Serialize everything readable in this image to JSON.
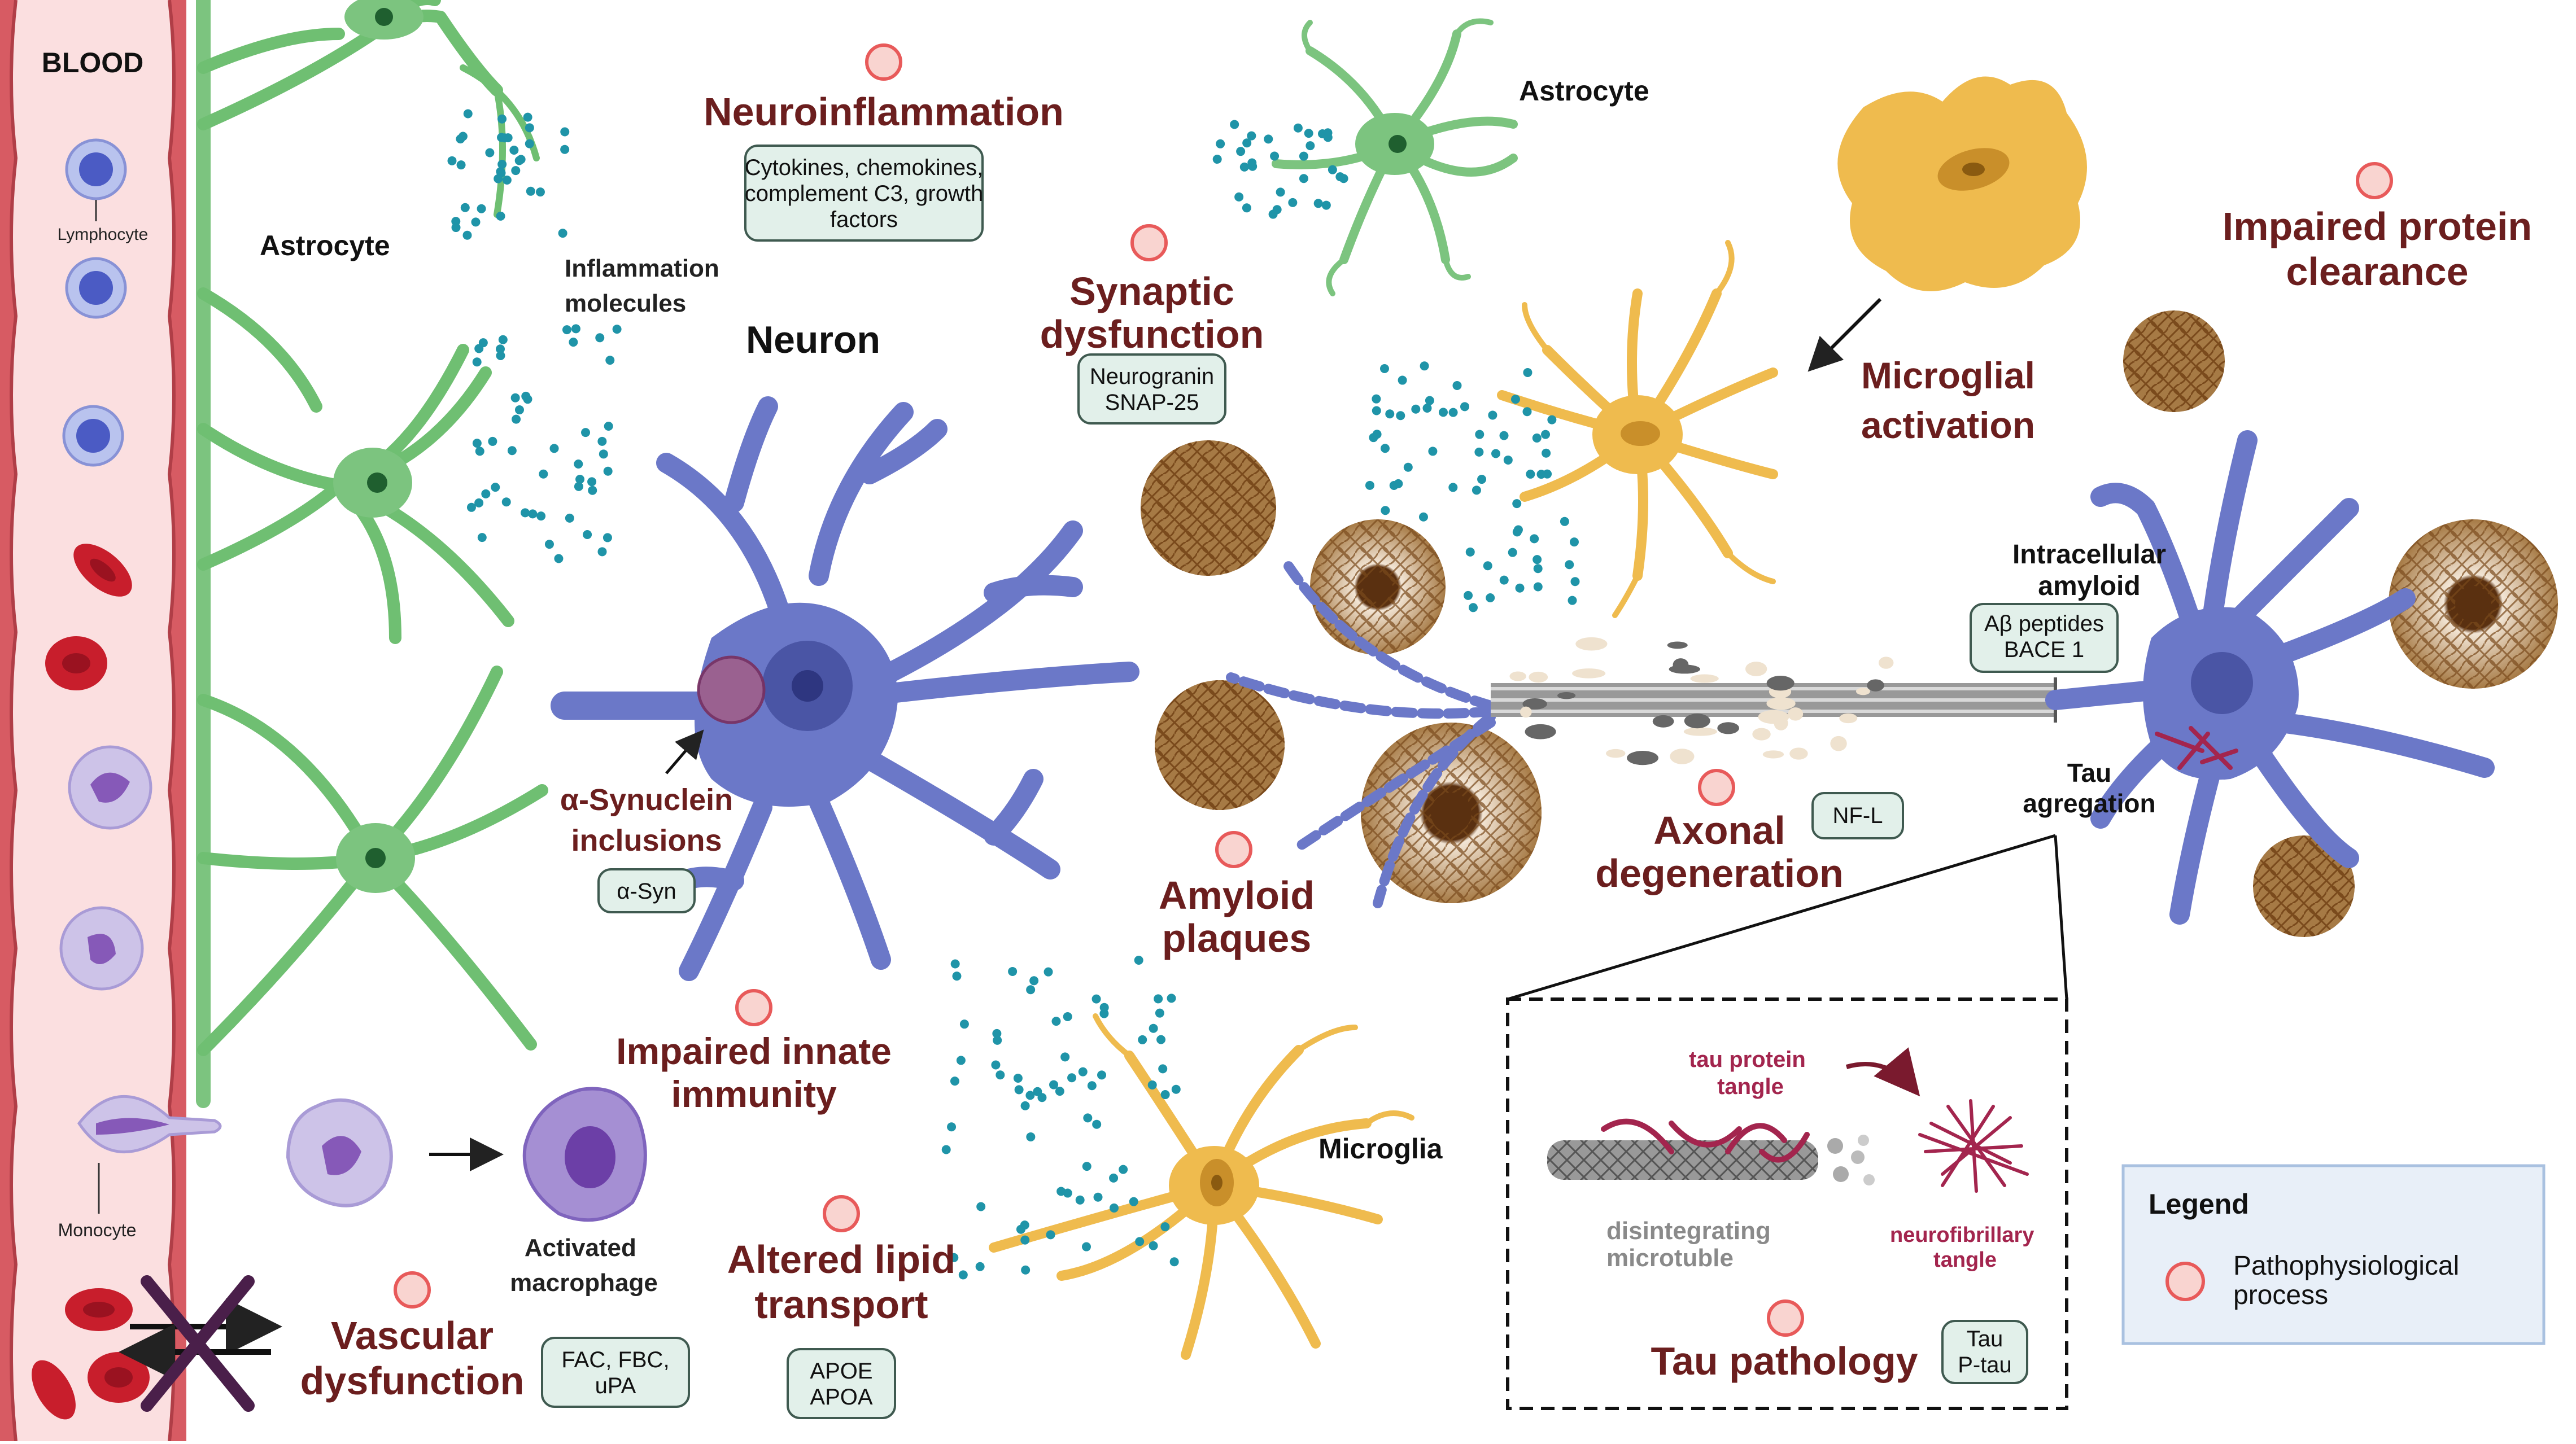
{
  "blood": {
    "title": "BLOOD",
    "lymphocyte_label": "Lymphocyte",
    "monocyte_label": "Monocyte"
  },
  "cells": {
    "astrocyte_left": "Astrocyte",
    "astrocyte_top": "Astrocyte",
    "neuron": "Neuron",
    "microglia": "Microglia",
    "inflammation_molecules": [
      "Inflammation",
      "molecules"
    ],
    "activated_macrophage": [
      "Activated",
      "macrophage"
    ],
    "intracellular_amyloid": [
      "Intracellular",
      "amyloid"
    ],
    "tau_agregation": [
      "Tau",
      "agregation"
    ]
  },
  "processes": {
    "neuroinflammation": {
      "title": [
        "Neuroinflammation"
      ],
      "markers": [
        "Cytokines, chemokines,",
        "complement C3, growth",
        "factors"
      ]
    },
    "synaptic_dysfunction": {
      "title": [
        "Synaptic",
        "dysfunction"
      ],
      "markers": [
        "Neurogranin",
        "SNAP-25"
      ]
    },
    "microglial_activation": {
      "title": [
        "Microglial",
        "activation"
      ]
    },
    "impaired_protein_clearance": {
      "title": [
        "Impaired protein",
        "clearance"
      ]
    },
    "alpha_synuclein": {
      "title": [
        "α-Synuclein",
        "inclusions"
      ],
      "markers": [
        "α-Syn"
      ]
    },
    "amyloid_plaques": {
      "title": [
        "Amyloid",
        "plaques"
      ]
    },
    "axonal_degeneration": {
      "title": [
        "Axonal",
        "degeneration"
      ],
      "markers": [
        "NF-L"
      ]
    },
    "impaired_innate_immunity": {
      "title": [
        "Impaired innate",
        "immunity"
      ]
    },
    "altered_lipid_transport": {
      "title": [
        "Altered lipid",
        "transport"
      ],
      "markers": [
        "APOE",
        "APOA"
      ]
    },
    "vascular_dysfunction": {
      "title": [
        "Vascular",
        "dysfunction"
      ],
      "markers": [
        "FAC, FBC,",
        "uPA"
      ]
    },
    "intracellular_amyloid_markers": [
      "Aβ peptides",
      "BACE 1"
    ]
  },
  "tau_inset": {
    "tau_protein_tangle": [
      "tau protein",
      "tangle"
    ],
    "disintegrating_microtuble": [
      "disintegrating",
      "microtuble"
    ],
    "neurofibrillary_tangle": [
      "neurofibrillary",
      "tangle"
    ],
    "title": "Tau pathology",
    "markers": [
      "Tau",
      "P-tau"
    ]
  },
  "legend": {
    "title": "Legend",
    "item": [
      "Pathophysiological",
      "process"
    ]
  },
  "colors": {
    "process_title": "#6b1e1e",
    "process_dot": "#e85a5a",
    "astrocyte": "#7cc47f",
    "neuron": "#6b78c8",
    "microglia": "#efbb4e",
    "blood_vessel": "#d75b63",
    "plaque": "#8a5a2b",
    "tau": "#a3254e",
    "dots": "#1f94a8",
    "legend_bg": "#e8eff8"
  }
}
